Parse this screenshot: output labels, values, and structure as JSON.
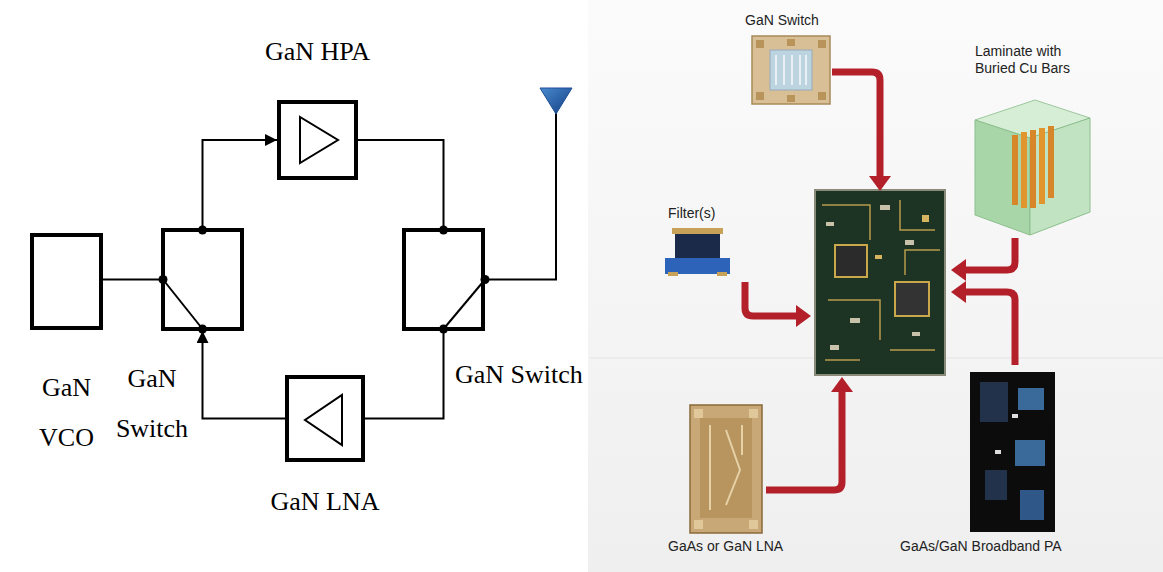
{
  "diagram": {
    "nodes": [
      {
        "text": [
          "GaN VCO"
        ]
      },
      {
        "text": [
          "GaN Switch"
        ]
      },
      {
        "text": [
          "GaN HPA"
        ]
      },
      {
        "text": [
          "GaN Switch"
        ]
      },
      {
        "text": [
          "GaN LNA"
        ]
      }
    ],
    "edges": [
      {
        "from": 0,
        "to": 1,
        "arrow": "none"
      },
      {
        "from": 1,
        "to": 2,
        "arrow": "to"
      },
      {
        "from": 2,
        "to": 3,
        "arrow": "none"
      },
      {
        "from": 3,
        "to": 4,
        "arrow": "none"
      },
      {
        "from": 4,
        "to": 1,
        "arrow": "to"
      }
    ],
    "labels": [
      "GaN Switch",
      "Laminate with Buried Cu Bars",
      "Filter(s)",
      "GaAs or GaN LNA",
      "GaAs/GaN Broadband PA"
    ]
  }
}
